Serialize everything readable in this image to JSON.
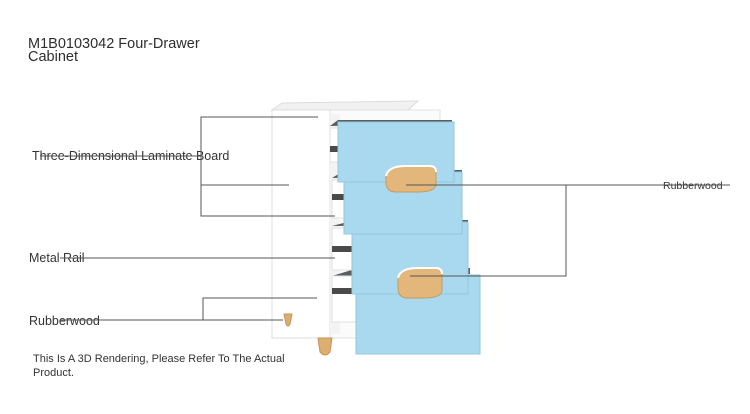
{
  "title": "M1B0103042 Four-Drawer Cabinet",
  "callouts": {
    "laminate": "Three-Dimensional Laminate Board",
    "metal_rail": "Metal Rail",
    "rubberwood_left": "Rubberwood",
    "rubberwood_right": "Rubberwood"
  },
  "note": "This Is A 3D Rendering, Please Refer To The Actual Product.",
  "colors": {
    "drawer_front": "#a9d9ef",
    "cabinet_body": "#ffffff",
    "handle_wood": "#e3b77c",
    "rail": "#4a4a4a",
    "leader": "#555555"
  }
}
